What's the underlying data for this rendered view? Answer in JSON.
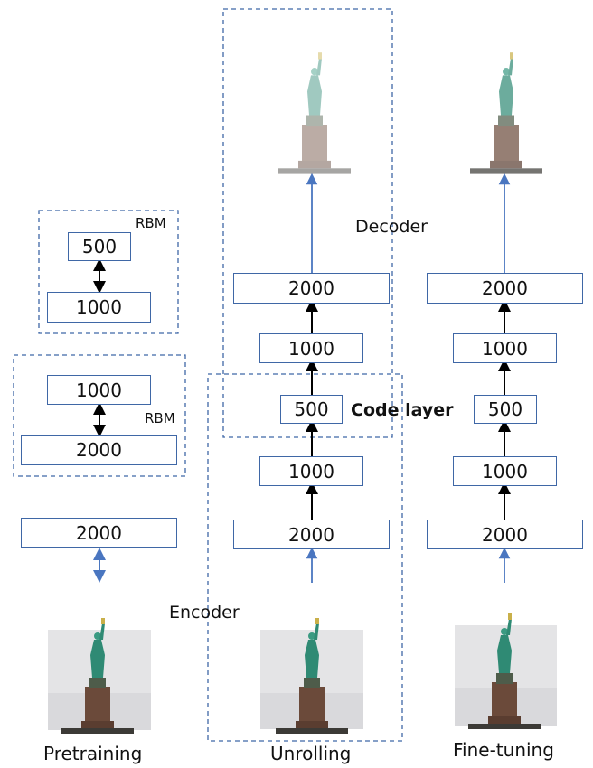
{
  "labels": {
    "rbm_top": "RBM",
    "rbm_bottom": "RBM",
    "decoder": "Decoder",
    "code_layer": "Code layer",
    "encoder": "Encoder"
  },
  "columns": {
    "pretraining": {
      "caption": "Pretraining",
      "rbm1": {
        "upper": "500",
        "lower": "1000"
      },
      "rbm2": {
        "upper": "1000",
        "lower": "2000"
      },
      "input_layer": "2000"
    },
    "unrolling": {
      "caption": "Unrolling",
      "layers": [
        "2000",
        "1000",
        "500",
        "1000",
        "2000"
      ]
    },
    "finetuning": {
      "caption": "Fine-tuning",
      "layers": [
        "2000",
        "1000",
        "500",
        "1000",
        "2000"
      ]
    }
  },
  "colors": {
    "box_border": "#3f67a6",
    "dashed_border": "#3f67a6",
    "blue_arrow": "#4a76c0",
    "black_arrow": "#000000"
  }
}
